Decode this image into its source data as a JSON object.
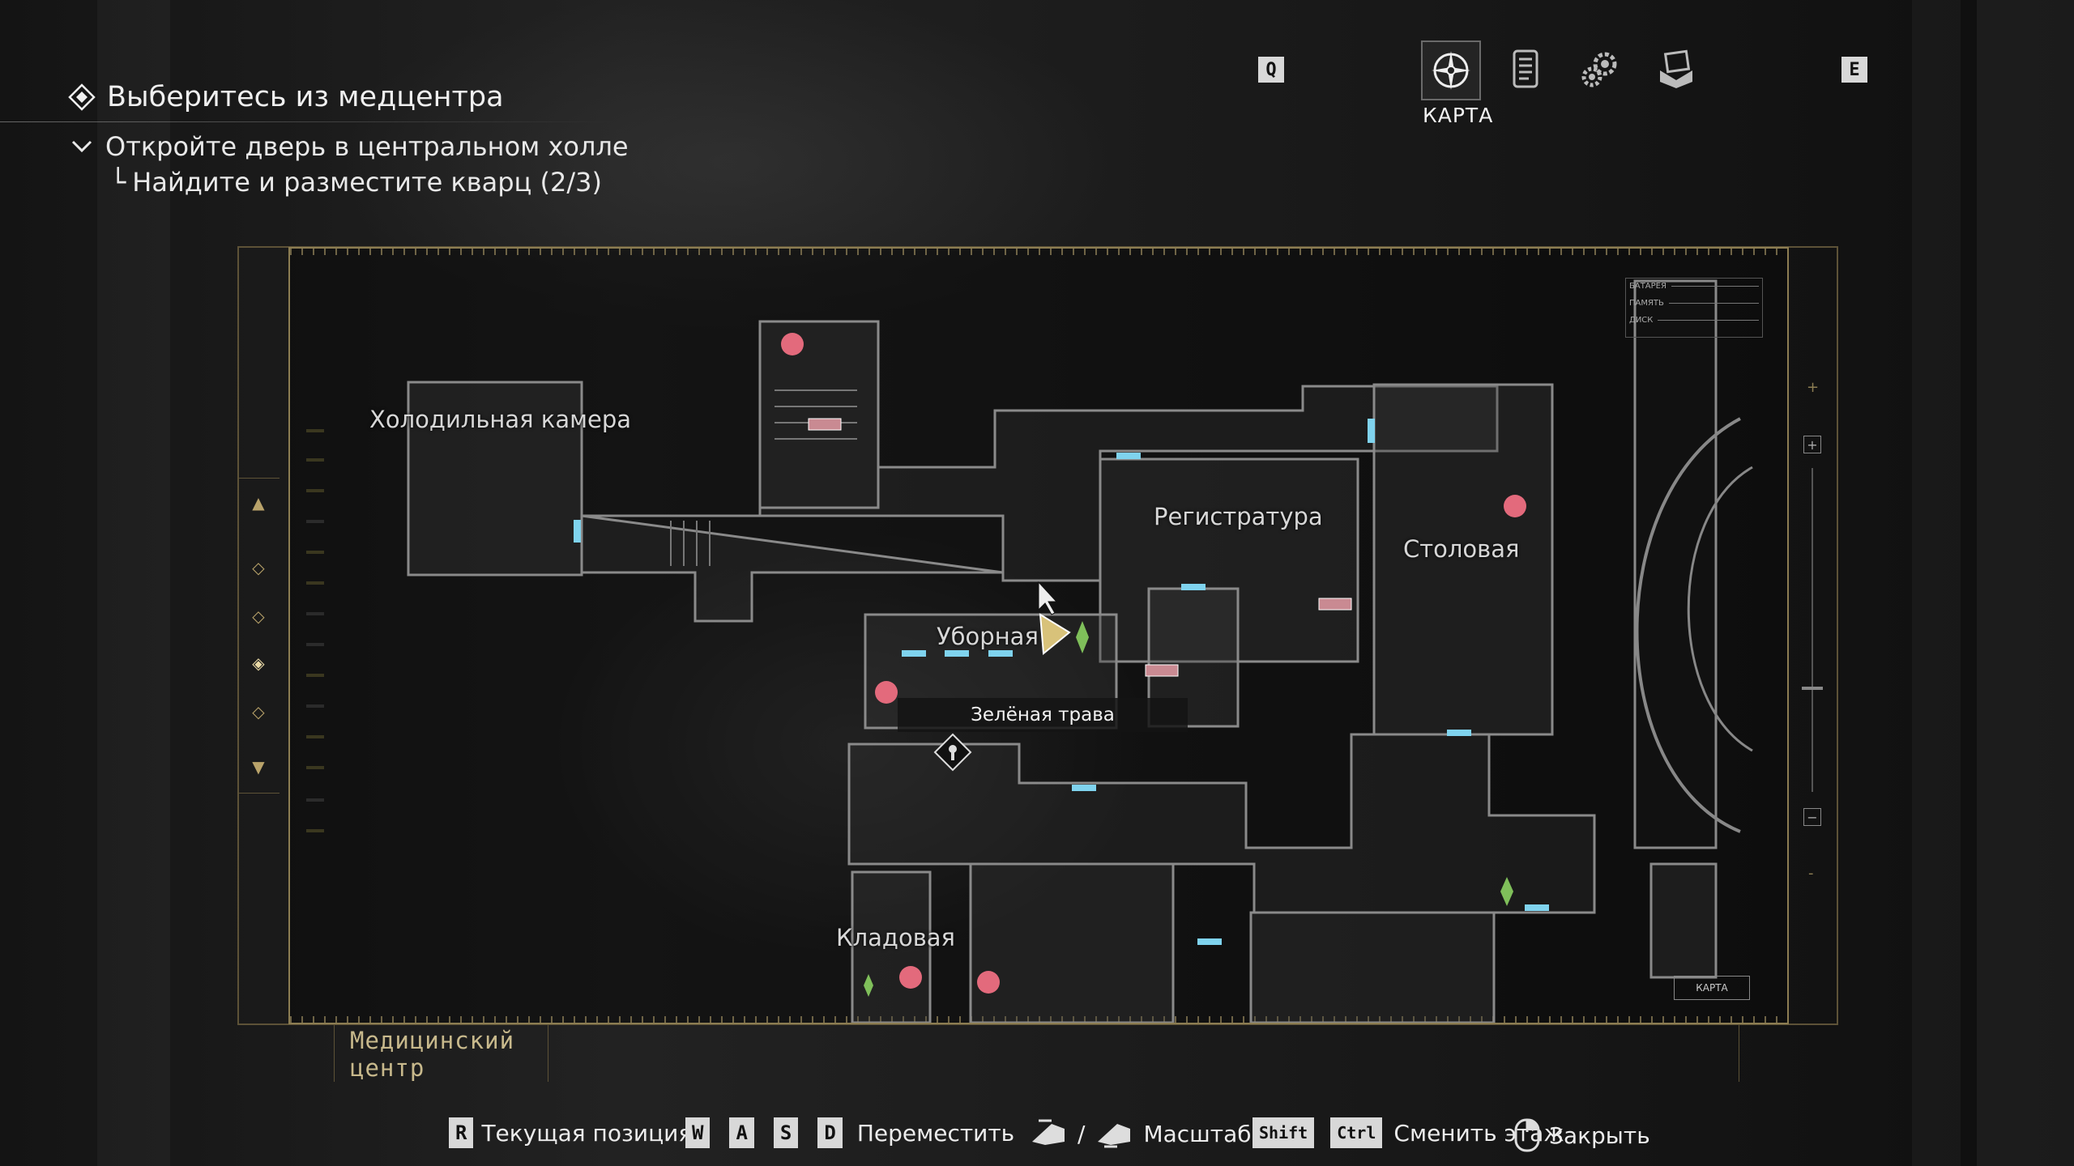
{
  "objectives": {
    "main": "Выберитесь из медцентра",
    "sub": "Откройте дверь в центральном холле",
    "subsub_prefix": "└",
    "subsub": "Найдите и разместите кварц (2/3)"
  },
  "tabs": {
    "left_key": "Q",
    "right_key": "E",
    "active_label": "КАРТА",
    "items": [
      {
        "icon": "map-compass-icon",
        "active": true
      },
      {
        "icon": "files-icon",
        "active": false
      },
      {
        "icon": "gears-icon",
        "active": false
      },
      {
        "icon": "inventory-box-icon",
        "active": false
      }
    ]
  },
  "map": {
    "rooms": [
      {
        "label": "Холодильная камера"
      },
      {
        "label": "Регистратура"
      },
      {
        "label": "Столовая"
      },
      {
        "label": "Уборная"
      },
      {
        "label": "Кладовая"
      }
    ],
    "tooltip": "Зелёная трава",
    "zone": [
      "Медицинский",
      "центр"
    ],
    "device_panel": {
      "battery": "БАТАРЕЯ",
      "memory": "ПАМЯТЬ",
      "disk": "ДИСК",
      "map_button": "КАРТА"
    },
    "zoom": {
      "plus": "+",
      "minus": "-"
    }
  },
  "controls": [
    {
      "keys": [
        "R"
      ],
      "label": "Текущая позиция"
    },
    {
      "keys": [
        "W",
        "A",
        "S",
        "D"
      ],
      "label": "Переместить"
    },
    {
      "mouse": true,
      "label": "Масштаб",
      "separator": "/"
    },
    {
      "keys": [
        "Shift",
        "Ctrl"
      ],
      "label": "Сменить этаж"
    },
    {
      "mouse": true,
      "label": "Закрыть"
    }
  ],
  "colors": {
    "frame_gold": "#8c7d52",
    "door_blue": "#7fd3ee",
    "item_red": "#e36a7c",
    "herb_green": "#7fbf5a"
  }
}
